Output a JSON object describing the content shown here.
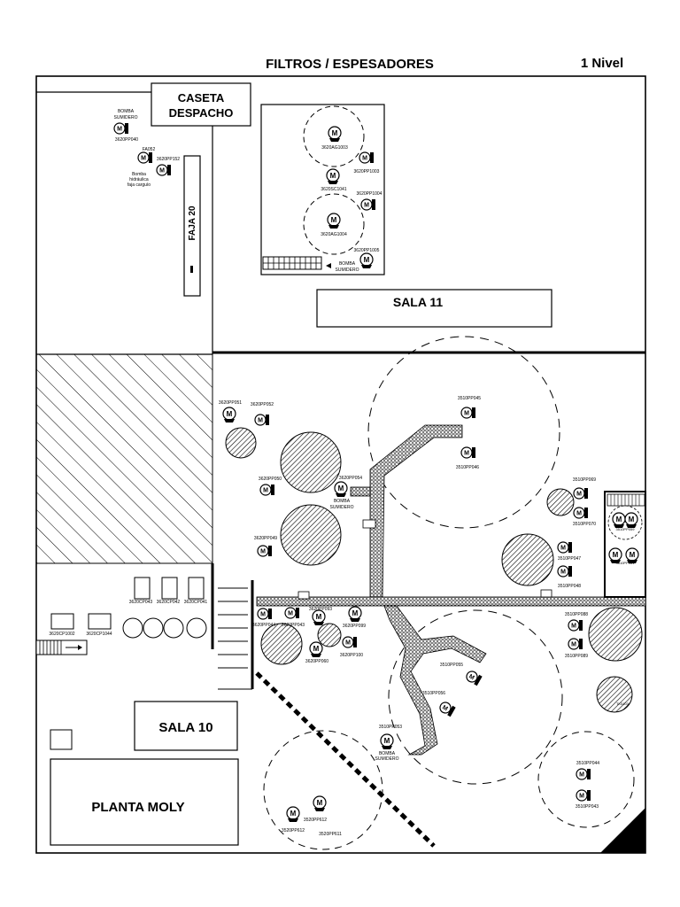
{
  "header": {
    "title": "FILTROS / ESPESADORES",
    "level": "1 Nivel"
  },
  "rooms": {
    "caseta": [
      "CASETA",
      "DESPACHO"
    ],
    "sala11": "SALA 11",
    "sala10": "SALA 10",
    "moly": "PLANTA MOLY",
    "faja20": "FAJA 20"
  },
  "labels": {
    "bomba_sumidero": [
      "BOMBA",
      "SUMIDERO"
    ],
    "bomba_hidraulica": [
      "Bomba",
      "hidráulica",
      "faja carguío"
    ],
    "pp040": "3620PP040",
    "fa052": "FA052",
    "pp152": "3620PP152",
    "ag1003": "3620AG1003",
    "pp1003": "3620PP1003",
    "sc1041": "3620SC1041",
    "pp1004": "3620PP1004",
    "ag1004": "3620AG1004",
    "pp1005": "3620PP1005",
    "pp051": "3620PP051",
    "pp052": "3620PP052",
    "pp050": "3620PP050",
    "pp054": "3620PP054",
    "pp049": "3620PP049",
    "pp045": "3510PP045",
    "pp046": "3510PP046",
    "pp069": "3510PP069",
    "pp070": "3510PP070",
    "pp047": "3510PP047",
    "pp048": "3510PP048",
    "pp088": "3510PP088",
    "pp089": "3510PP089",
    "pp055": "3510PP055",
    "pp056": "3510PP056",
    "pp053": "3510PP053",
    "pp044b": "3510PP044",
    "pp043b": "3510PP043",
    "cp043": "3620CP043",
    "cp042": "3620CP042",
    "cp041": "3620CP041",
    "cp1002": "3620CP1002",
    "cp1044": "3620CP1044",
    "pp044": "3620PP044",
    "pp043": "3620PP043",
    "pp093": "3620PP093",
    "pp099": "3620PP099",
    "pp060": "3620PP060",
    "pp100": "3620PP100",
    "pp612": "3520PP612",
    "pp611": "3520PP611",
    "right_box_a": "3510PP059",
    "right_box_b": "3510PP061",
    "right_tank": "TK5103"
  },
  "icons": {
    "motor": "M"
  },
  "colors": {
    "ink": "#000000",
    "background": "#ffffff",
    "walkway": "#d9d9d9"
  }
}
